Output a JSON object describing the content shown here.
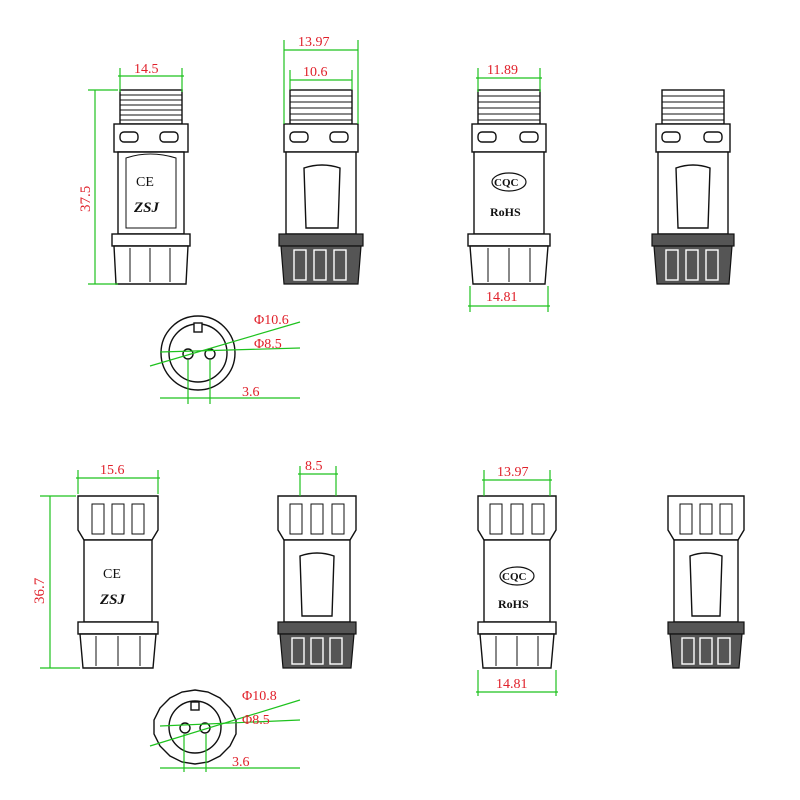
{
  "top_row": {
    "view1": {
      "width_dim": "14.5",
      "height_dim": "37.5",
      "mark_ce": "CE",
      "mark_brand": "ZSJ"
    },
    "view2": {
      "outer_dim": "13.97",
      "inner_dim": "10.6"
    },
    "view3": {
      "top_dim": "11.89",
      "bottom_dim": "14.81",
      "mark_cqc": "CQC",
      "mark_rohs": "RoHS"
    },
    "face": {
      "dia_outer": "Φ10.6",
      "dia_inner": "Φ8.5",
      "pitch": "3.6"
    }
  },
  "bottom_row": {
    "view1": {
      "width_dim": "15.6",
      "height_dim": "36.7",
      "mark_ce": "CE",
      "mark_brand": "ZSJ"
    },
    "view2": {
      "top_dim": "8.5"
    },
    "view3": {
      "top_dim": "13.97",
      "bottom_dim": "14.81",
      "mark_cqc": "CQC",
      "mark_rohs": "RoHS"
    },
    "face": {
      "dia_outer": "Φ10.8",
      "dia_inner": "Φ8.5",
      "pitch": "3.6"
    }
  }
}
